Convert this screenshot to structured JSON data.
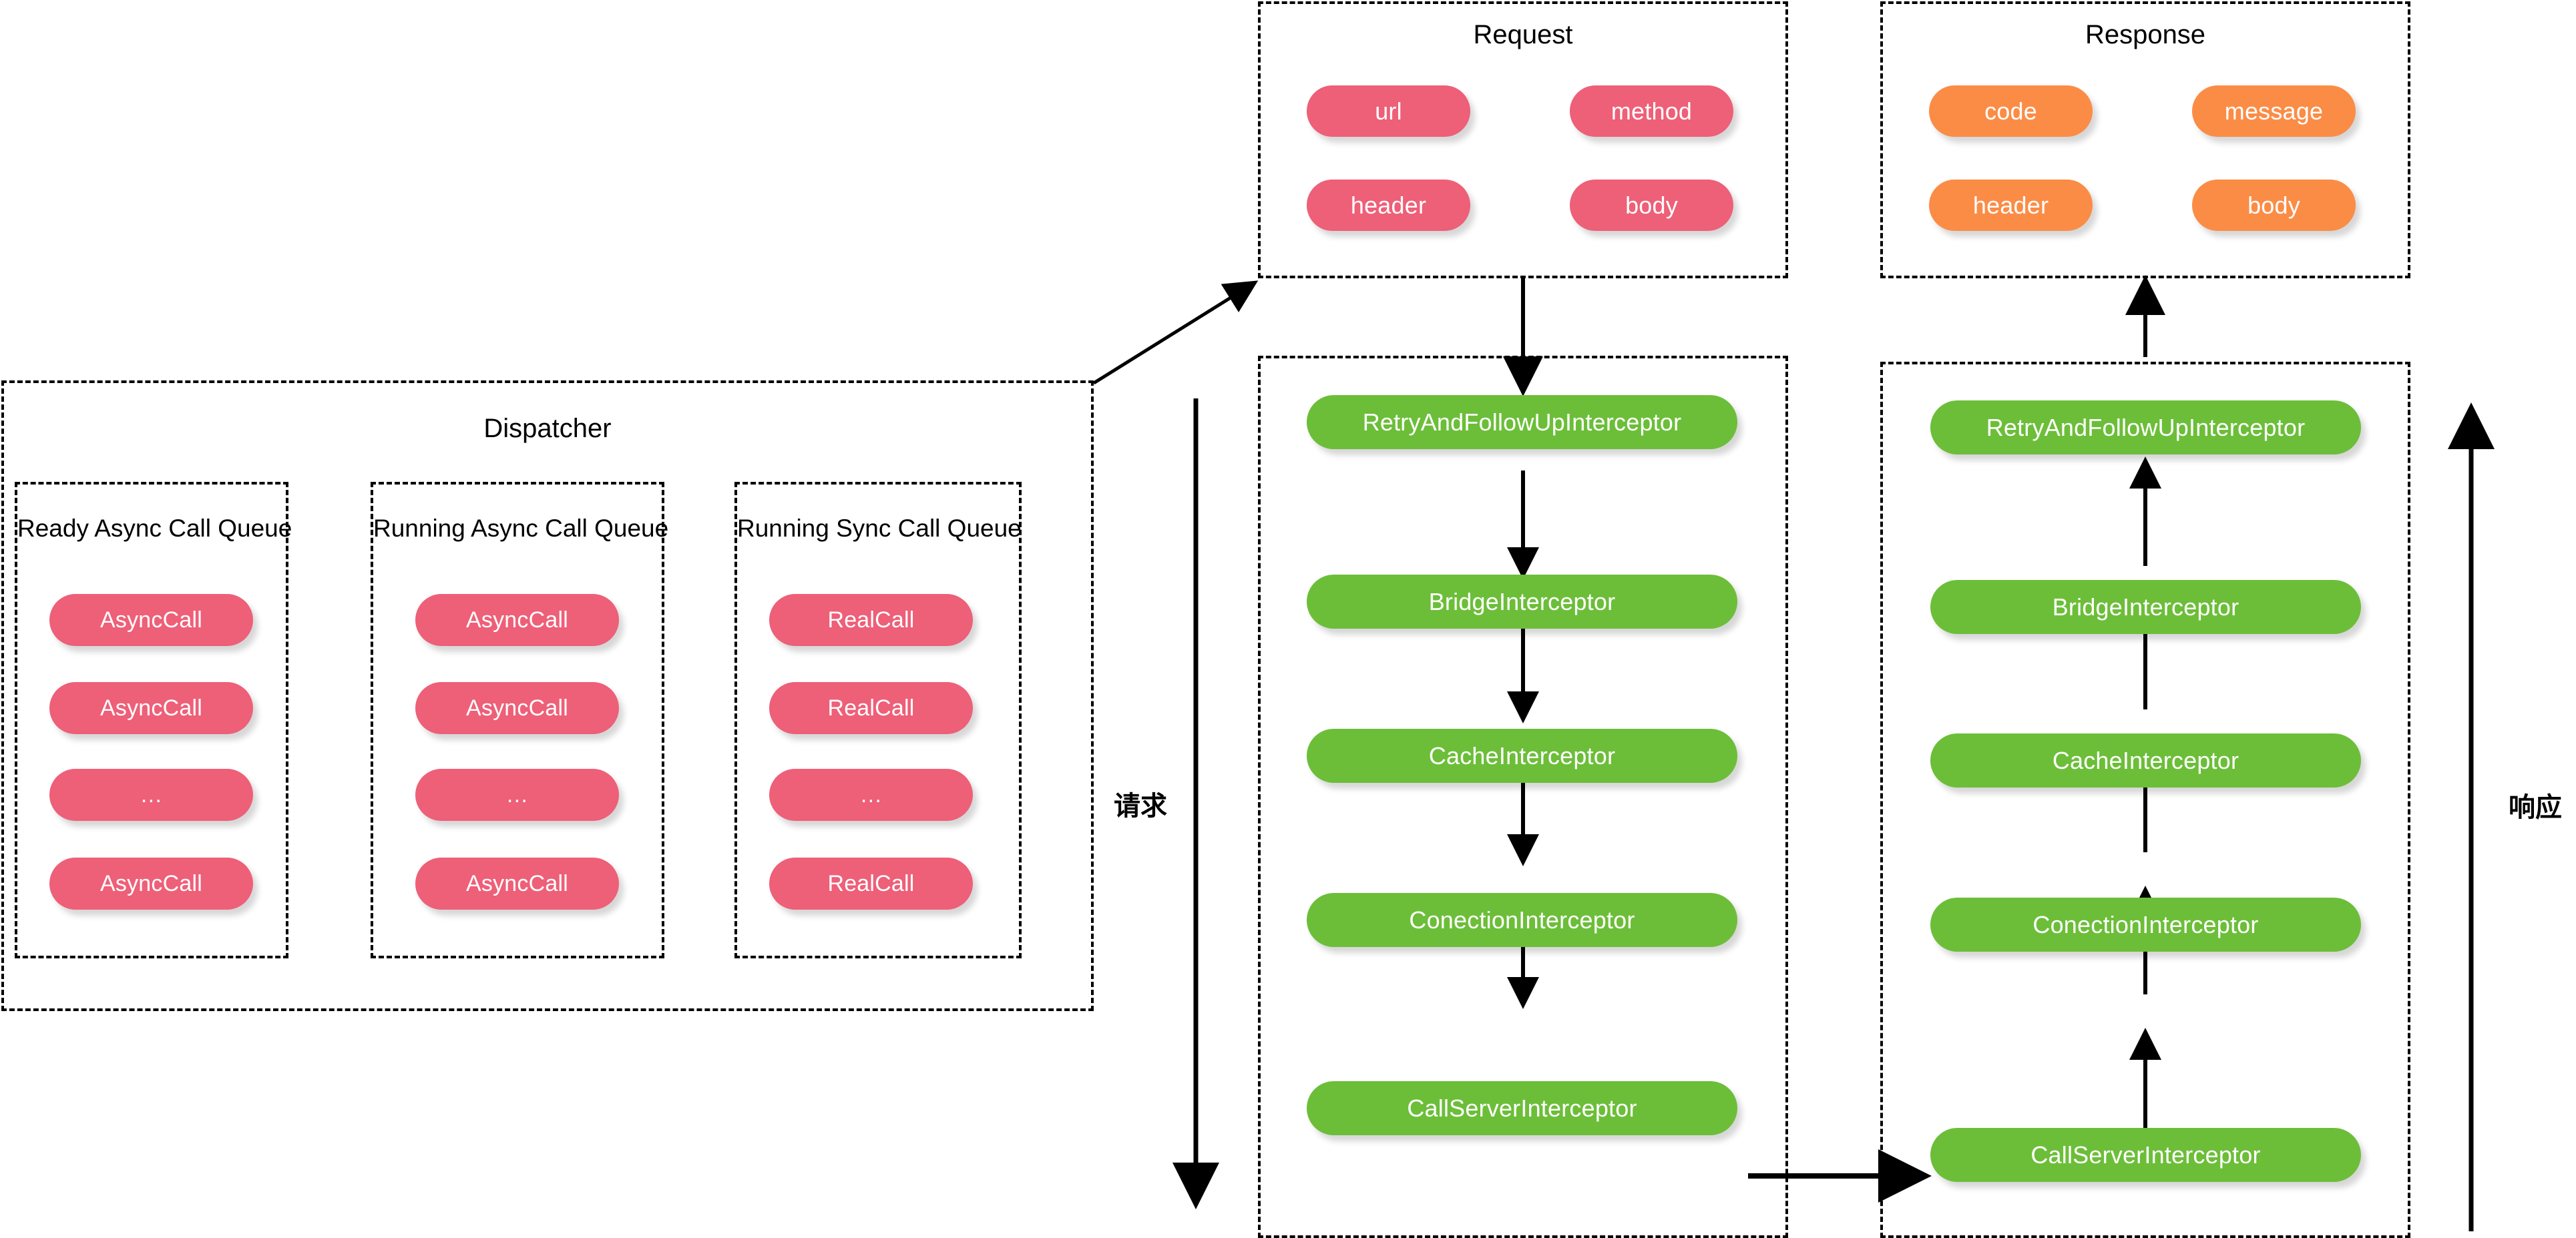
{
  "diagram": {
    "title": "OkHttp Dispatcher and Interceptor Chain",
    "colors": {
      "pink": "#ee5f78",
      "orange": "#fb8c46",
      "green": "#6cbe39",
      "stroke": "#000000",
      "background": "#ffffff"
    }
  },
  "dispatcher": {
    "title": "Dispatcher",
    "queues": [
      {
        "title": "Ready Async Call Queue",
        "items": [
          "AsyncCall",
          "AsyncCall",
          "…",
          "AsyncCall"
        ]
      },
      {
        "title": "Running Async Call Queue",
        "items": [
          "AsyncCall",
          "AsyncCall",
          "…",
          "AsyncCall"
        ]
      },
      {
        "title": "Running Sync Call Queue",
        "items": [
          "RealCall",
          "RealCall",
          "…",
          "RealCall"
        ]
      }
    ]
  },
  "request": {
    "title": "Request",
    "fields": [
      "url",
      "method",
      "header",
      "body"
    ]
  },
  "response": {
    "title": "Response",
    "fields": [
      "code",
      "message",
      "header",
      "body"
    ]
  },
  "request_chain": {
    "interceptors": [
      "RetryAndFollowUpInterceptor",
      "BridgeInterceptor",
      "CacheInterceptor",
      "ConectionInterceptor",
      "CallServerInterceptor"
    ]
  },
  "response_chain": {
    "interceptors": [
      "RetryAndFollowUpInterceptor",
      "BridgeInterceptor",
      "CacheInterceptor",
      "ConectionInterceptor",
      "CallServerInterceptor"
    ]
  },
  "flow_labels": {
    "request": "请求",
    "response": "响应"
  }
}
